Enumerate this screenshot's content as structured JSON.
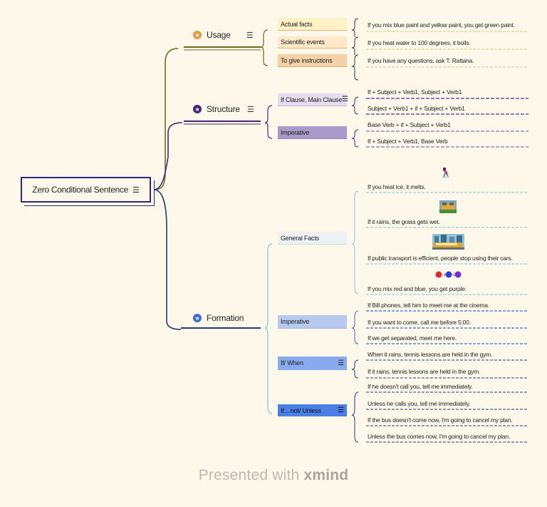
{
  "root": {
    "title": "Zero Conditional Sentence"
  },
  "usage": {
    "title": "Usage",
    "items": [
      {
        "label": "Actual facts",
        "example": "If you mix blue paint and yellow paint, you get green paint."
      },
      {
        "label": "Scientific events",
        "example": "If you heat water to 100 degrees, it boils."
      },
      {
        "label": "To give instructions",
        "example": "If you have any questions, ask T. Rattana."
      }
    ]
  },
  "structure": {
    "title": "Structure",
    "if_clause": {
      "label": "If Clause, Main Clause",
      "patterns": [
        "If + Subject + Verb1, Subject + Verb1",
        "Subject + Verb1 + if + Subject + Verb1"
      ]
    },
    "imperative": {
      "label": "Imperative",
      "patterns": [
        "Base Verb + if + Subject + Verb1",
        "If + Subject + Verb1, Base Verb"
      ]
    }
  },
  "formation": {
    "title": "Formation",
    "general_facts": {
      "label": "General Facts",
      "examples": [
        "If you heat ice, it melts.",
        "If it rains, the grass gets wet.",
        "If public transport is efficient, people stop using their cars.",
        "If you mix red and blue, you get purple."
      ]
    },
    "imperative": {
      "label": "Imperative",
      "examples": [
        "If Bill phones, tell him to meet me at the cinema.",
        "If you want to come, call me before 5:00.",
        "If we get separated, meet me here."
      ]
    },
    "if_when": {
      "label": "If/ When",
      "examples": [
        "When it rains, tennis lessons are held in the gym.",
        "If it rains, tennis lessons are held in the gym."
      ]
    },
    "if_not_unless": {
      "label": "If... not/ Unless",
      "examples": [
        "If he doesn't call you, tell me immediately.",
        "Unless he calls you, tell me immediately.",
        "If the bus doesn't come now, I'm going to cancel my plan.",
        "Unless the bus comes now, I'm going to cancel my plan."
      ]
    }
  },
  "footer": {
    "prefix": "Presented with",
    "brand": "xmind"
  },
  "colors": {
    "root_border": "#2b2a7a",
    "usage": "#6b6a1d",
    "usage_accent": "#e59a45",
    "structure": "#49257a",
    "structure_accent": "#6b4fb0",
    "formation": "#1e3a7a",
    "formation_accent": "#3b6bd6",
    "formation_light": "#7ec3dd"
  },
  "icons": [
    "star-badge-icon",
    "menu-lines-icon",
    "ice-skater-icon",
    "grass-rain-icon",
    "bus-city-icon",
    "paint-blobs-icon"
  ]
}
